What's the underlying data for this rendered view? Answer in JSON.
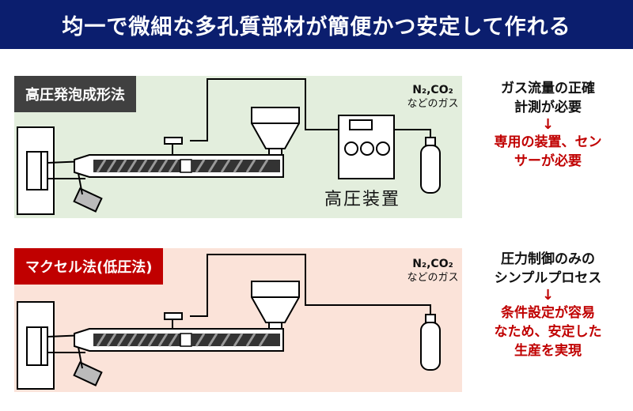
{
  "header": {
    "title": "均一で微細な多孔質部材が簡便かつ安定して作れる"
  },
  "top_panel": {
    "tag": "高圧発泡成形法",
    "gas_line1": "N₂,CO₂",
    "gas_line2": "などのガス",
    "device_label": "高圧装置",
    "note_line1": "ガス流量の正確",
    "note_line2": "計測が必要",
    "arrow": "↓",
    "result_line1": "専用の装置、セン",
    "result_line2": "サーが必要"
  },
  "bottom_panel": {
    "tag": "マクセル法(低圧法)",
    "gas_line1": "N₂,CO₂",
    "gas_line2": "などのガス",
    "note_line1": "圧力制御のみの",
    "note_line2": "シンプルプロセス",
    "arrow": "↓",
    "result_line1": "条件設定が容易",
    "result_line2": "なため、安定した",
    "result_line3": "生産を実現"
  },
  "colors": {
    "header_bg": "#0b1e6e",
    "accent_red": "#c00000",
    "top_panel_bg": "#e3eedd",
    "bottom_panel_bg": "#fbe3d9"
  }
}
